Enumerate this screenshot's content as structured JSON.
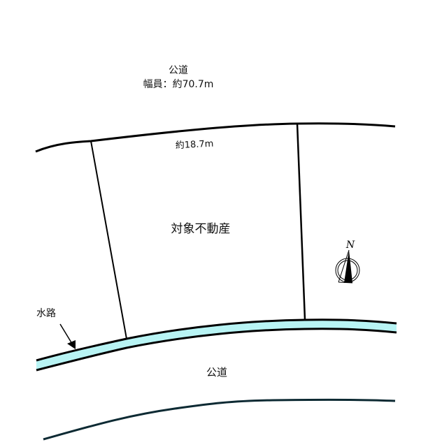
{
  "roads": {
    "north": {
      "label": "公道",
      "width_label": "幅員：約70.7m"
    },
    "south": {
      "label": "公道"
    }
  },
  "parcel": {
    "label": "対象不動産",
    "frontage_label": "約18.7m"
  },
  "canal": {
    "label": "水路",
    "fill_color": "#b8f4f4"
  },
  "compass": {
    "north_label": "N"
  },
  "colors": {
    "line": "#000000",
    "south_road_line": "#0d2a33",
    "background": "#ffffff"
  }
}
